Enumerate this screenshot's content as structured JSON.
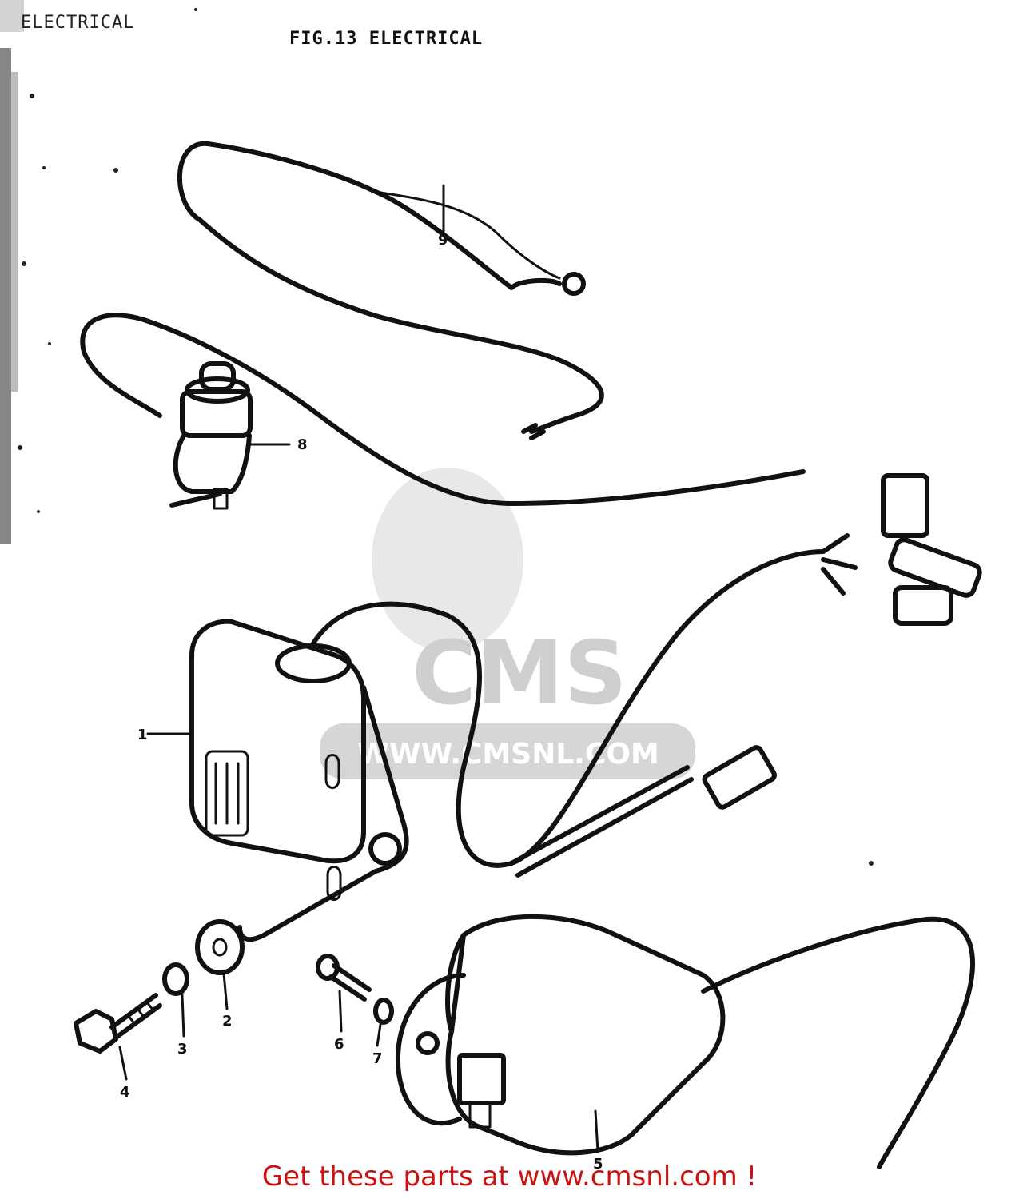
{
  "page_label": "ELECTRICAL",
  "figure_title": "FIG.13  ELECTRICAL",
  "callouts": {
    "c1": "1",
    "c2": "2",
    "c3": "3",
    "c4": "4",
    "c5": "5",
    "c6": "6",
    "c7": "7",
    "c8": "8",
    "c9": "9"
  },
  "watermark": {
    "brand": "CMS",
    "url": "WWW.CMSNL.COM"
  },
  "footer_text": "Get these parts at www.cmsnl.com !",
  "colors": {
    "footer_red": "#cc1111",
    "ink": "#111111",
    "watermark_gray": "#d6d6d6"
  }
}
